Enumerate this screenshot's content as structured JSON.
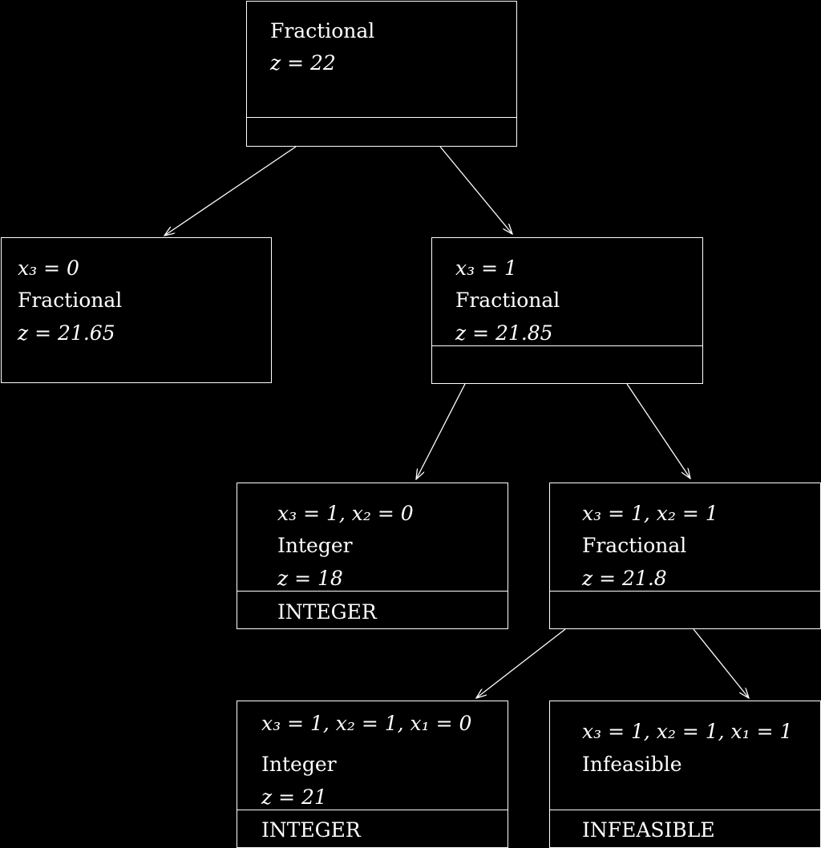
{
  "nodes": {
    "root": {
      "label": "Fractional",
      "z": "z = 22",
      "status": ""
    },
    "left": {
      "cond": "x₃ = 0",
      "label": "Fractional",
      "z": "z = 21.65"
    },
    "right": {
      "cond": "x₃ = 1",
      "label": "Fractional",
      "z": "z = 21.85",
      "status": ""
    },
    "rl": {
      "cond": "x₃ = 1, x₂ = 0",
      "label": "Integer",
      "z": "z = 18",
      "status": "INTEGER"
    },
    "rr": {
      "cond": "x₃ = 1, x₂ = 1",
      "label": "Fractional",
      "z": "z = 21.8",
      "status": ""
    },
    "rrl": {
      "cond": "x₃ = 1, x₂ = 1, x₁ = 0",
      "label": "Integer",
      "z": "z = 21",
      "status": "INTEGER"
    },
    "rrr": {
      "cond": "x₃ = 1, x₂ = 1, x₁ = 1",
      "label": "Infeasible",
      "status": "INFEASIBLE"
    }
  },
  "colors": {
    "background": "#000000",
    "foreground": "#ffffff"
  }
}
